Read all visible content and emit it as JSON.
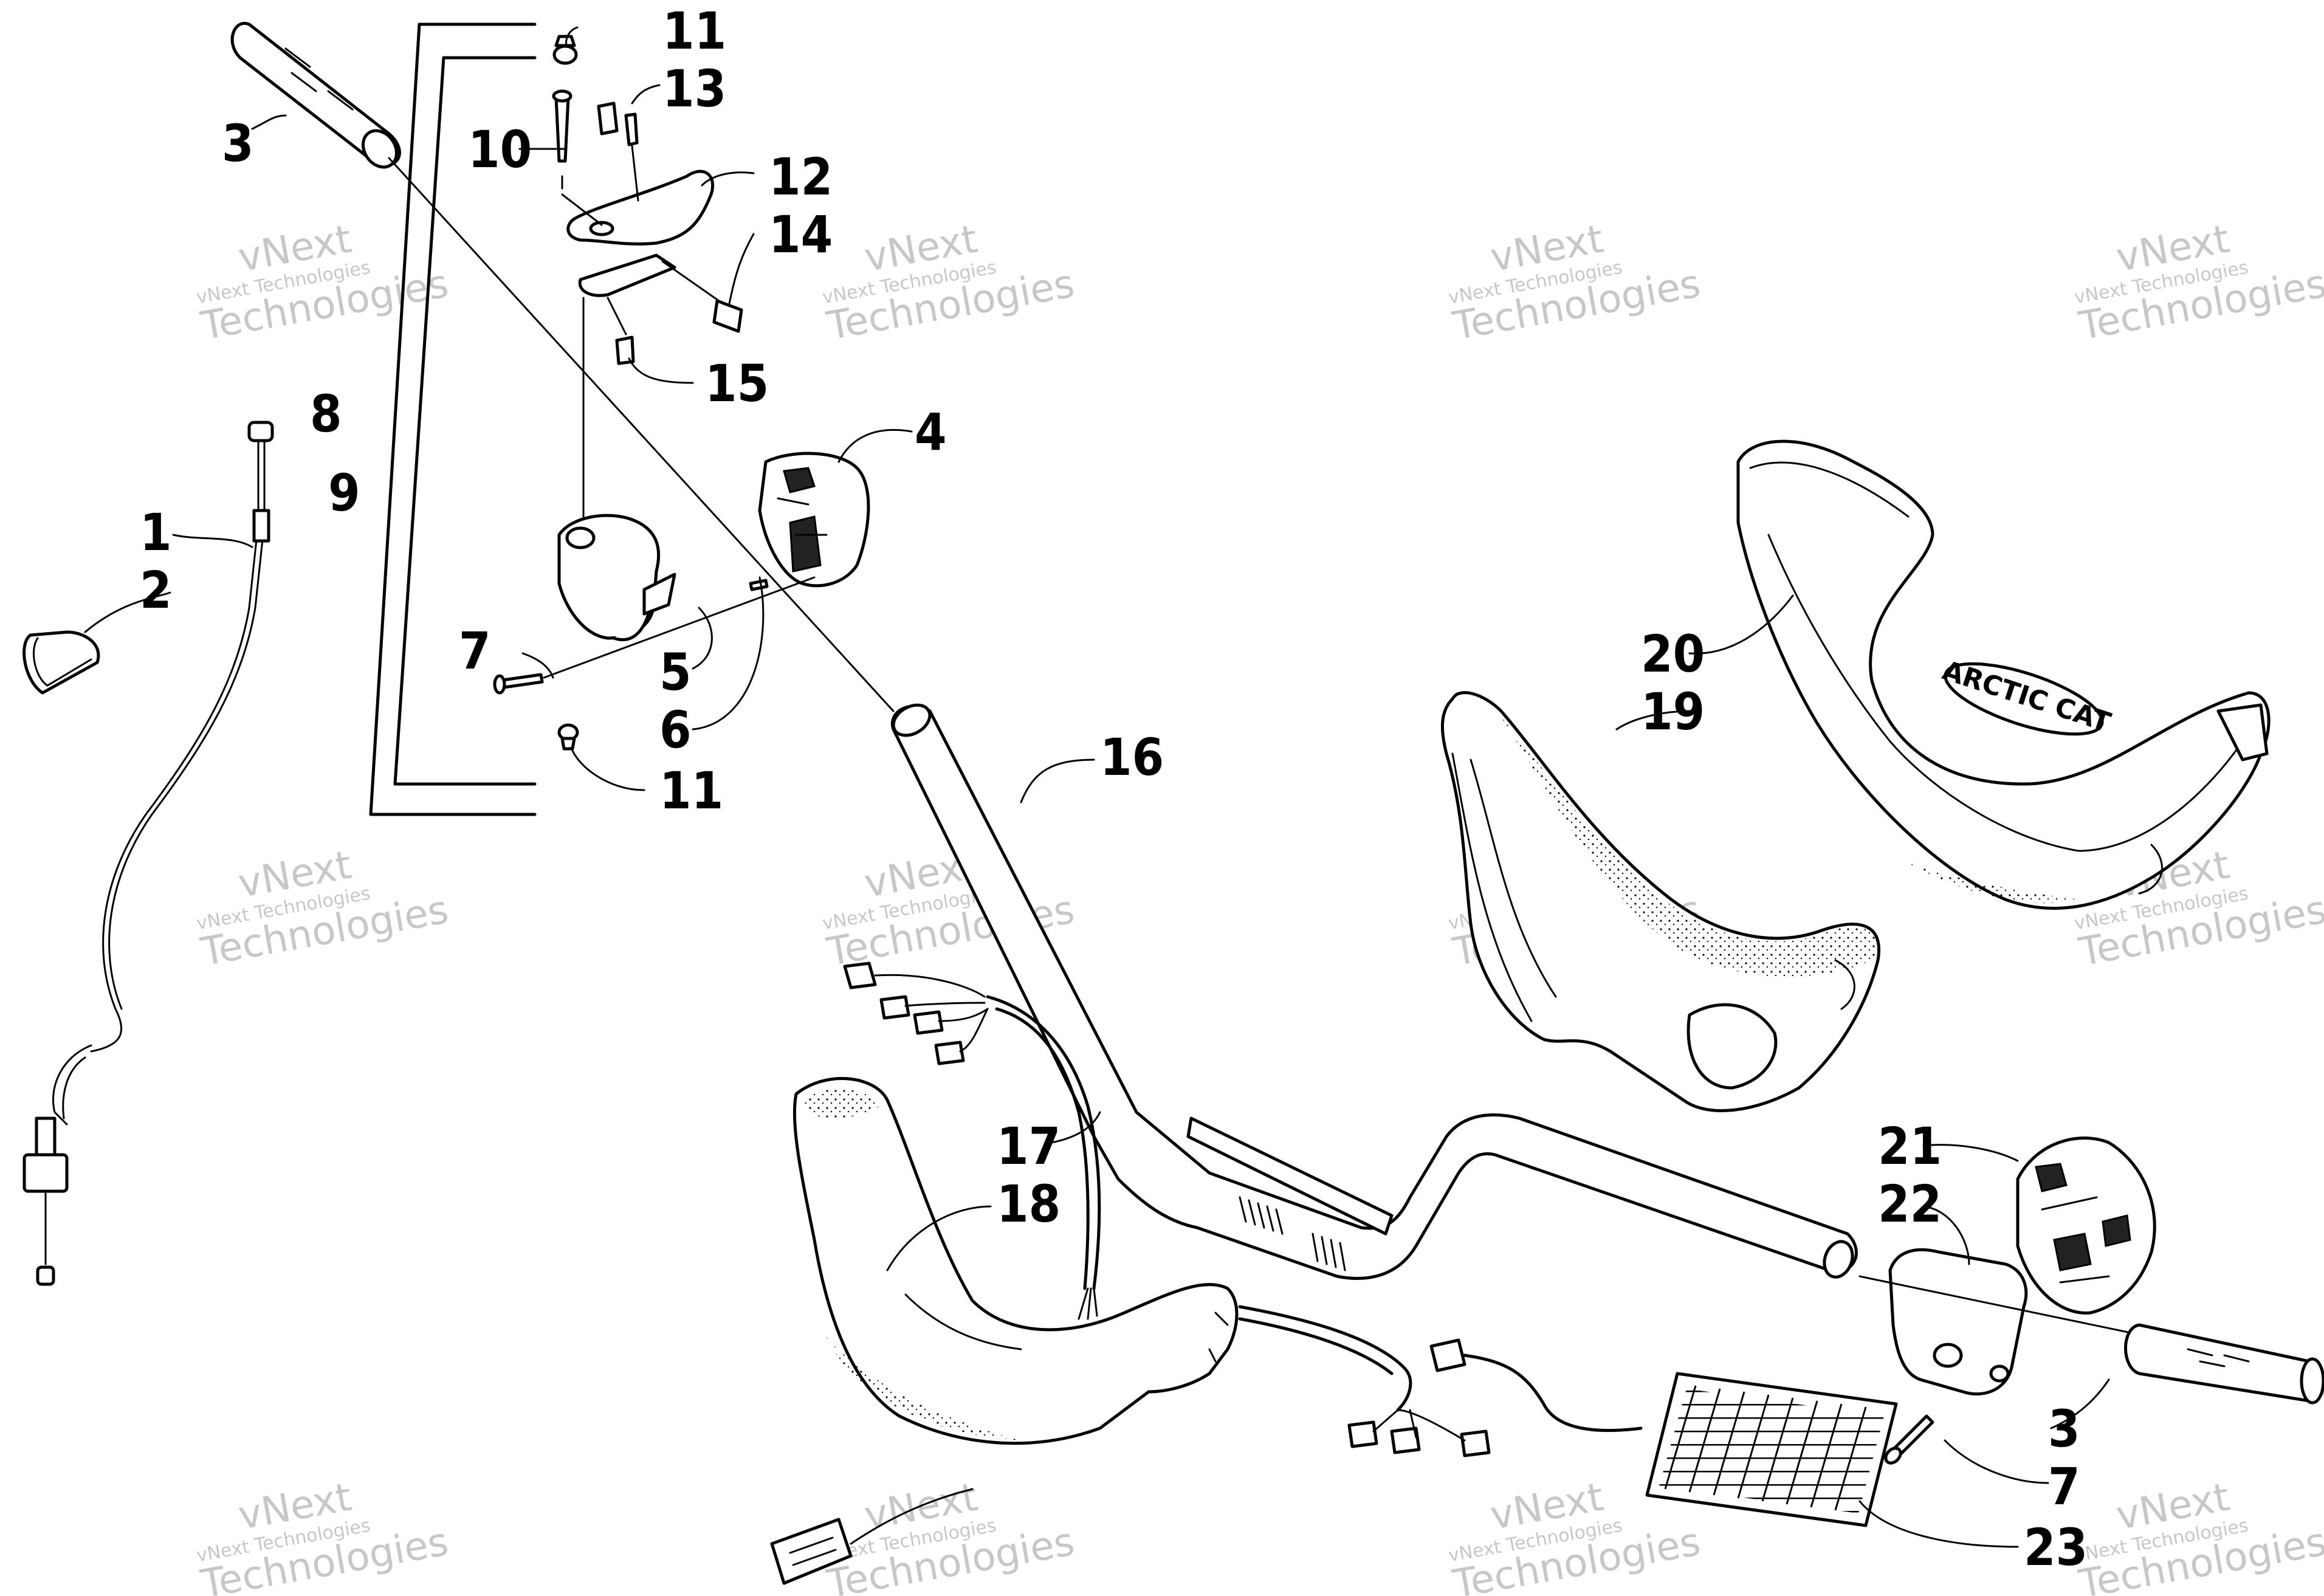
{
  "callouts": [
    "1",
    "2",
    "3",
    "4",
    "5",
    "6",
    "7",
    "8",
    "9",
    "10",
    "11",
    "11",
    "12",
    "13",
    "14",
    "15",
    "16",
    "17",
    "18",
    "19",
    "20",
    "21",
    "22",
    "3",
    "7",
    "23"
  ],
  "watermark": {
    "line1": "vNext Technologies",
    "line2": "vNext",
    "line3": "Technologies"
  },
  "seat_logo": "ARCTIC CAT"
}
